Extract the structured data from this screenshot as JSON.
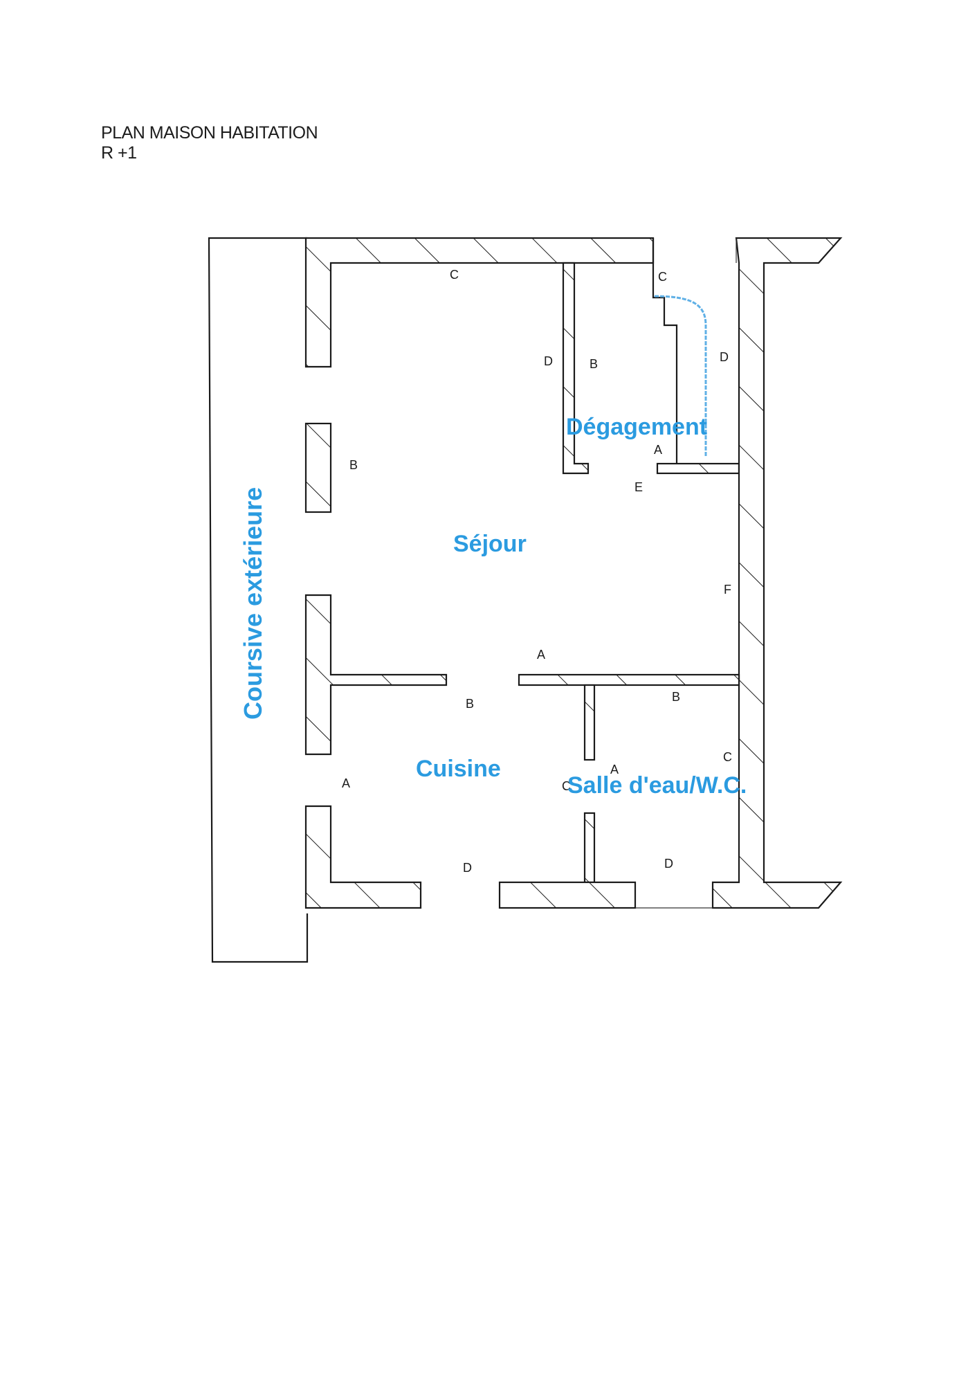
{
  "title": {
    "line1": "PLAN MAISON HABITATION",
    "line2": "R +1"
  },
  "rooms": {
    "coursive": "Coursive extérieure",
    "sejour": "Séjour",
    "degagement": "Dégagement",
    "cuisine": "Cuisine",
    "salle_eau": "Salle d'eau/W.C."
  },
  "wall_letters": {
    "sejour_top": "C",
    "sejour_left": "B",
    "sejour_bottom": "A",
    "sejour_right": "F",
    "sejour_corner": "E",
    "sejour_deg_wall": "D",
    "deg_left": "B",
    "deg_top": "C",
    "deg_right": "D",
    "deg_bottom": "A",
    "cuisine_top": "B",
    "cuisine_left": "A",
    "cuisine_bottom": "D",
    "cuisine_right": "C",
    "sdb_top": "B",
    "sdb_left": "A",
    "sdb_right": "C",
    "sdb_bottom": "D"
  },
  "colors": {
    "room_label": "#2b9be0",
    "wall_line": "#1a1a1a"
  }
}
